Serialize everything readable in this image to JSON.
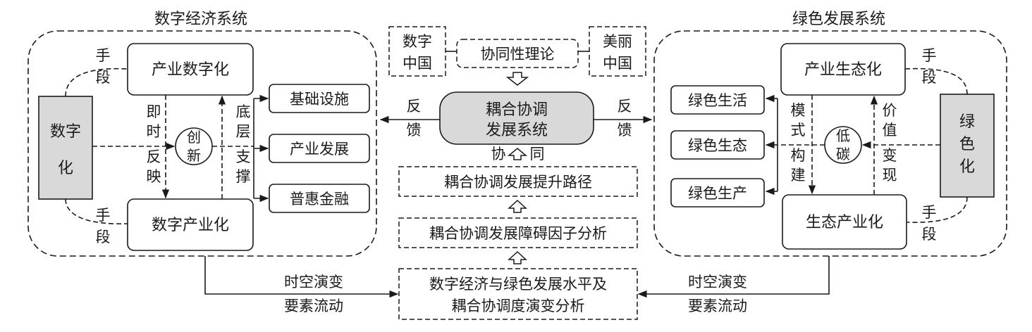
{
  "left_system": {
    "title": "数字经济系统",
    "digital_1": "数字",
    "digital_2": "化",
    "industry_digital": "产业数字化",
    "digital_industry": "数字产业化",
    "means_top_1": "手",
    "means_top_2": "段",
    "means_bottom_1": "手",
    "means_bottom_2": "段",
    "feedback_chars": [
      "即",
      "时",
      "反",
      "映"
    ],
    "support_chars": [
      "底",
      "层",
      "支",
      "撑"
    ],
    "innovation_1": "创",
    "innovation_2": "新",
    "outputs": [
      "基础设施",
      "产业发展",
      "普惠金融"
    ]
  },
  "right_system": {
    "title": "绿色发展系统",
    "green_1": "绿",
    "green_2": "色",
    "green_3": "化",
    "industry_eco": "产业生态化",
    "eco_industry": "生态产业化",
    "means_top_1": "手",
    "means_top_2": "段",
    "means_bottom_1": "手",
    "means_bottom_2": "段",
    "mode_chars": [
      "模",
      "式",
      "构",
      "建"
    ],
    "value_chars": [
      "价",
      "值",
      "变",
      "现"
    ],
    "lowcarbon_1": "低",
    "lowcarbon_2": "碳",
    "outputs": [
      "绿色生活",
      "绿色生态",
      "绿色生产"
    ]
  },
  "center": {
    "digital_china_1": "数字",
    "digital_china_2": "中国",
    "synergy_theory": "协同性理论",
    "beautiful_china_1": "美丽",
    "beautiful_china_2": "中国",
    "coupling_1": "耦合协调",
    "coupling_2": "发展系统",
    "feedback_left_1": "反",
    "feedback_left_2": "馈",
    "feedback_right_1": "反",
    "feedback_right_2": "馈",
    "xie": "协",
    "tong": "同",
    "path": "耦合协调发展提升路径",
    "obstacle": "耦合协调发展障碍因子分析",
    "analysis_1": "数字经济与绿色发展水平及",
    "analysis_2": "耦合协调度演变分析"
  },
  "bottom": {
    "left_flow_1": "时空演变",
    "left_flow_2": "要素流动",
    "right_flow_1": "时空演变",
    "right_flow_2": "要素流动"
  }
}
